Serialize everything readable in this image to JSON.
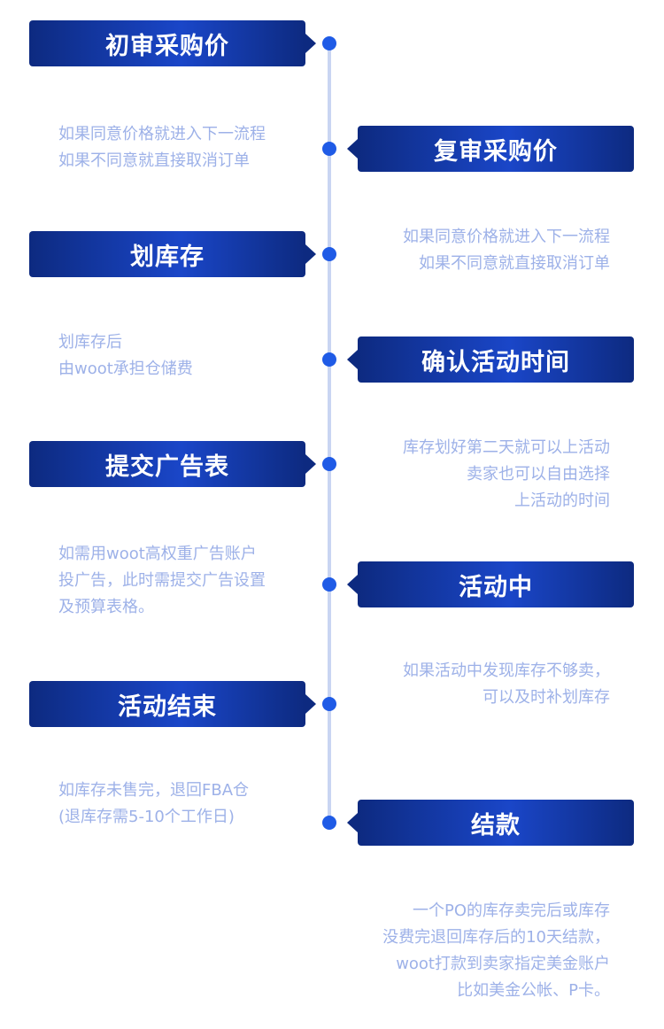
{
  "steps": [
    {
      "title": "初审采购价"
    },
    {
      "title": "复审采购价"
    },
    {
      "title": "划库存"
    },
    {
      "title": "确认活动时间"
    },
    {
      "title": "提交广告表"
    },
    {
      "title": "活动中"
    },
    {
      "title": "活动结束"
    },
    {
      "title": "结款"
    }
  ],
  "notes": [
    {
      "lines": [
        "如果同意价格就进入下一流程",
        "如果不同意就直接取消订单"
      ]
    },
    {
      "lines": [
        "如果同意价格就进入下一流程",
        "如果不同意就直接取消订单"
      ]
    },
    {
      "lines": [
        "划库存后",
        "由woot承担仓储费"
      ]
    },
    {
      "lines": [
        "库存划好第二天就可以上活动",
        "卖家也可以自由选择",
        "上活动的时间"
      ]
    },
    {
      "lines": [
        "如需用woot高权重广告账户",
        "投广告，此时需提交广告设置",
        "及预算表格。"
      ]
    },
    {
      "lines": [
        "如果活动中发现库存不够卖，",
        "可以及时补划库存"
      ]
    },
    {
      "lines": [
        "如库存未售完，退回FBA仓",
        "(退库存需5-10个工作日)"
      ]
    },
    {
      "lines": [
        "一个PO的库存卖完后或库存",
        "没费完退回库存后的10天结款，",
        "woot打款到卖家指定美金账户",
        "比如美金公帐、P卡。"
      ]
    }
  ],
  "colors": {
    "box_dark": "#0d2a80",
    "box_light": "#1a46c8",
    "dot": "#1f5be6",
    "line": "#c9d5f2",
    "note_text": "#9db1e8"
  }
}
